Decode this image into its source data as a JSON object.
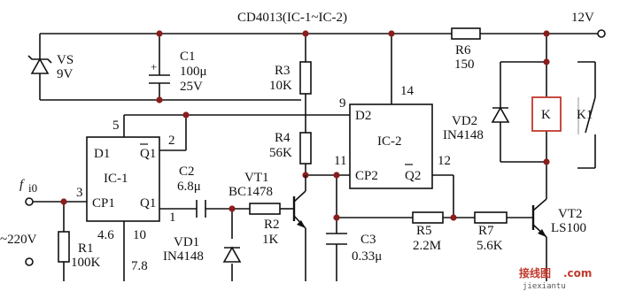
{
  "title": "CD4013(IC-1~IC-2)",
  "supply": "12V",
  "input": {
    "signal": "f",
    "signal_sub": "i0",
    "mains": "~220V"
  },
  "vs": {
    "ref": "VS",
    "value": "9V"
  },
  "c1": {
    "ref": "C1",
    "value": "100μ",
    "voltage": "25V",
    "polarity": "+"
  },
  "r3": {
    "ref": "R3",
    "value": "10K"
  },
  "r4": {
    "ref": "R4",
    "value": "56K"
  },
  "r6": {
    "ref": "R6",
    "value": "150"
  },
  "r1": {
    "ref": "R1",
    "value": "100K"
  },
  "r2": {
    "ref": "R2",
    "value": "1K"
  },
  "r5": {
    "ref": "R5",
    "value": "2.2M"
  },
  "r7": {
    "ref": "R7",
    "value": "5.6K"
  },
  "c2": {
    "ref": "C2",
    "value": "6.8μ"
  },
  "c3": {
    "ref": "C3",
    "value": "0.33μ"
  },
  "vd1": {
    "ref": "VD1",
    "value": "IN4148"
  },
  "vd2": {
    "ref": "VD2",
    "value": "IN4148"
  },
  "vt1": {
    "ref": "VT1",
    "value": "BC1478"
  },
  "vt2": {
    "ref": "VT2",
    "value": "LS100"
  },
  "relay": {
    "coil": "K",
    "contact": "K1"
  },
  "ic1": {
    "name": "IC-1",
    "d": "D1",
    "qbar": "Q1",
    "cp": "CP1",
    "q": "Q1",
    "pins": {
      "p2": "2",
      "p3": "3",
      "p5": "5",
      "p1": "1",
      "p46": "4.6",
      "p10": "10",
      "p78": "7.8"
    }
  },
  "ic2": {
    "name": "IC-2",
    "d": "D2",
    "cp": "CP2",
    "qbar": "Q2",
    "pins": {
      "p9": "9",
      "p14": "14",
      "p11": "11",
      "p12": "12"
    }
  },
  "watermark": {
    "cn": "接线图",
    "dot": ".com",
    "url": "jiexiantu"
  }
}
